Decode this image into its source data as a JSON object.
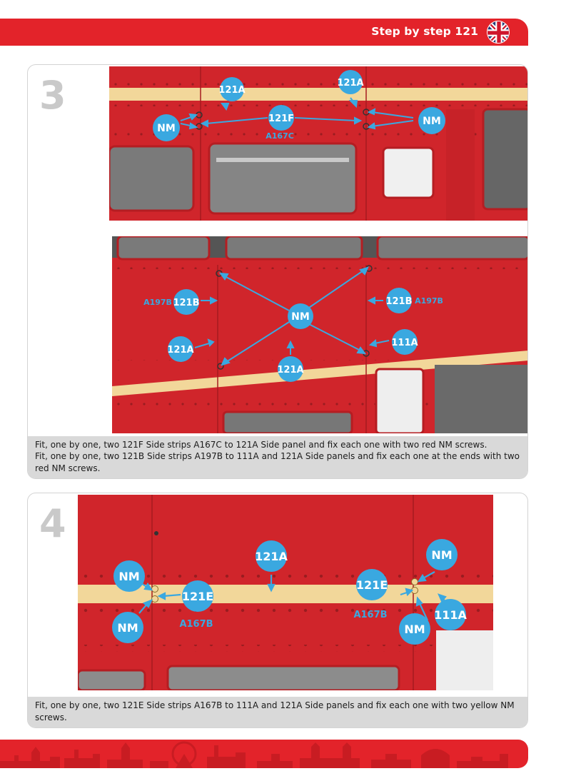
{
  "header": {
    "title": "Step by step 121",
    "flag_icon": "uk-flag-icon"
  },
  "step3": {
    "number": "3",
    "top_image_labels": {
      "part_121A_left": "121A",
      "part_121A_right": "121A",
      "part_121F": "121F",
      "part_A167C": "A167C",
      "screw_NM_left": "NM",
      "screw_NM_right": "NM"
    },
    "bottom_image_labels": {
      "part_121B_left": "121B",
      "part_A197B_left": "A197B",
      "part_121B_right": "121B",
      "part_A197B_right": "A197B",
      "screw_NM_center": "NM",
      "part_121A_left": "121A",
      "part_121A_bottom": "121A",
      "part_111A_right": "111A"
    },
    "caption": [
      "Fit, one by one, two 121F Side strips A167C to 121A Side panel and fix each one with two red NM screws.",
      "Fit, one by one, two 121B Side strips A197B to 111A and 121A Side panels and fix each one at the ends with two red NM screws."
    ]
  },
  "step4": {
    "number": "4",
    "image_labels": {
      "screw_NM_top_left": "NM",
      "screw_NM_bottom_left": "NM",
      "part_121E_left": "121E",
      "part_A167B_left": "A167B",
      "part_121A": "121A",
      "part_121E_right": "121E",
      "part_A167B_right": "A167B",
      "screw_NM_top_right": "NM",
      "screw_NM_bottom_right": "NM",
      "part_111A": "111A"
    },
    "caption": "Fit, one by one, two 121E Side strips A167B to 111A and 121A Side panels and fix each one with two yellow NM screws."
  },
  "colors": {
    "brand_red": "#e3232a",
    "bus_red": "#d0252b",
    "strip_cream": "#f2d79a",
    "callout_blue": "#3aa8e0",
    "caption_bg": "#d9d9d9",
    "step_number_grey": "#c9c9c9"
  }
}
